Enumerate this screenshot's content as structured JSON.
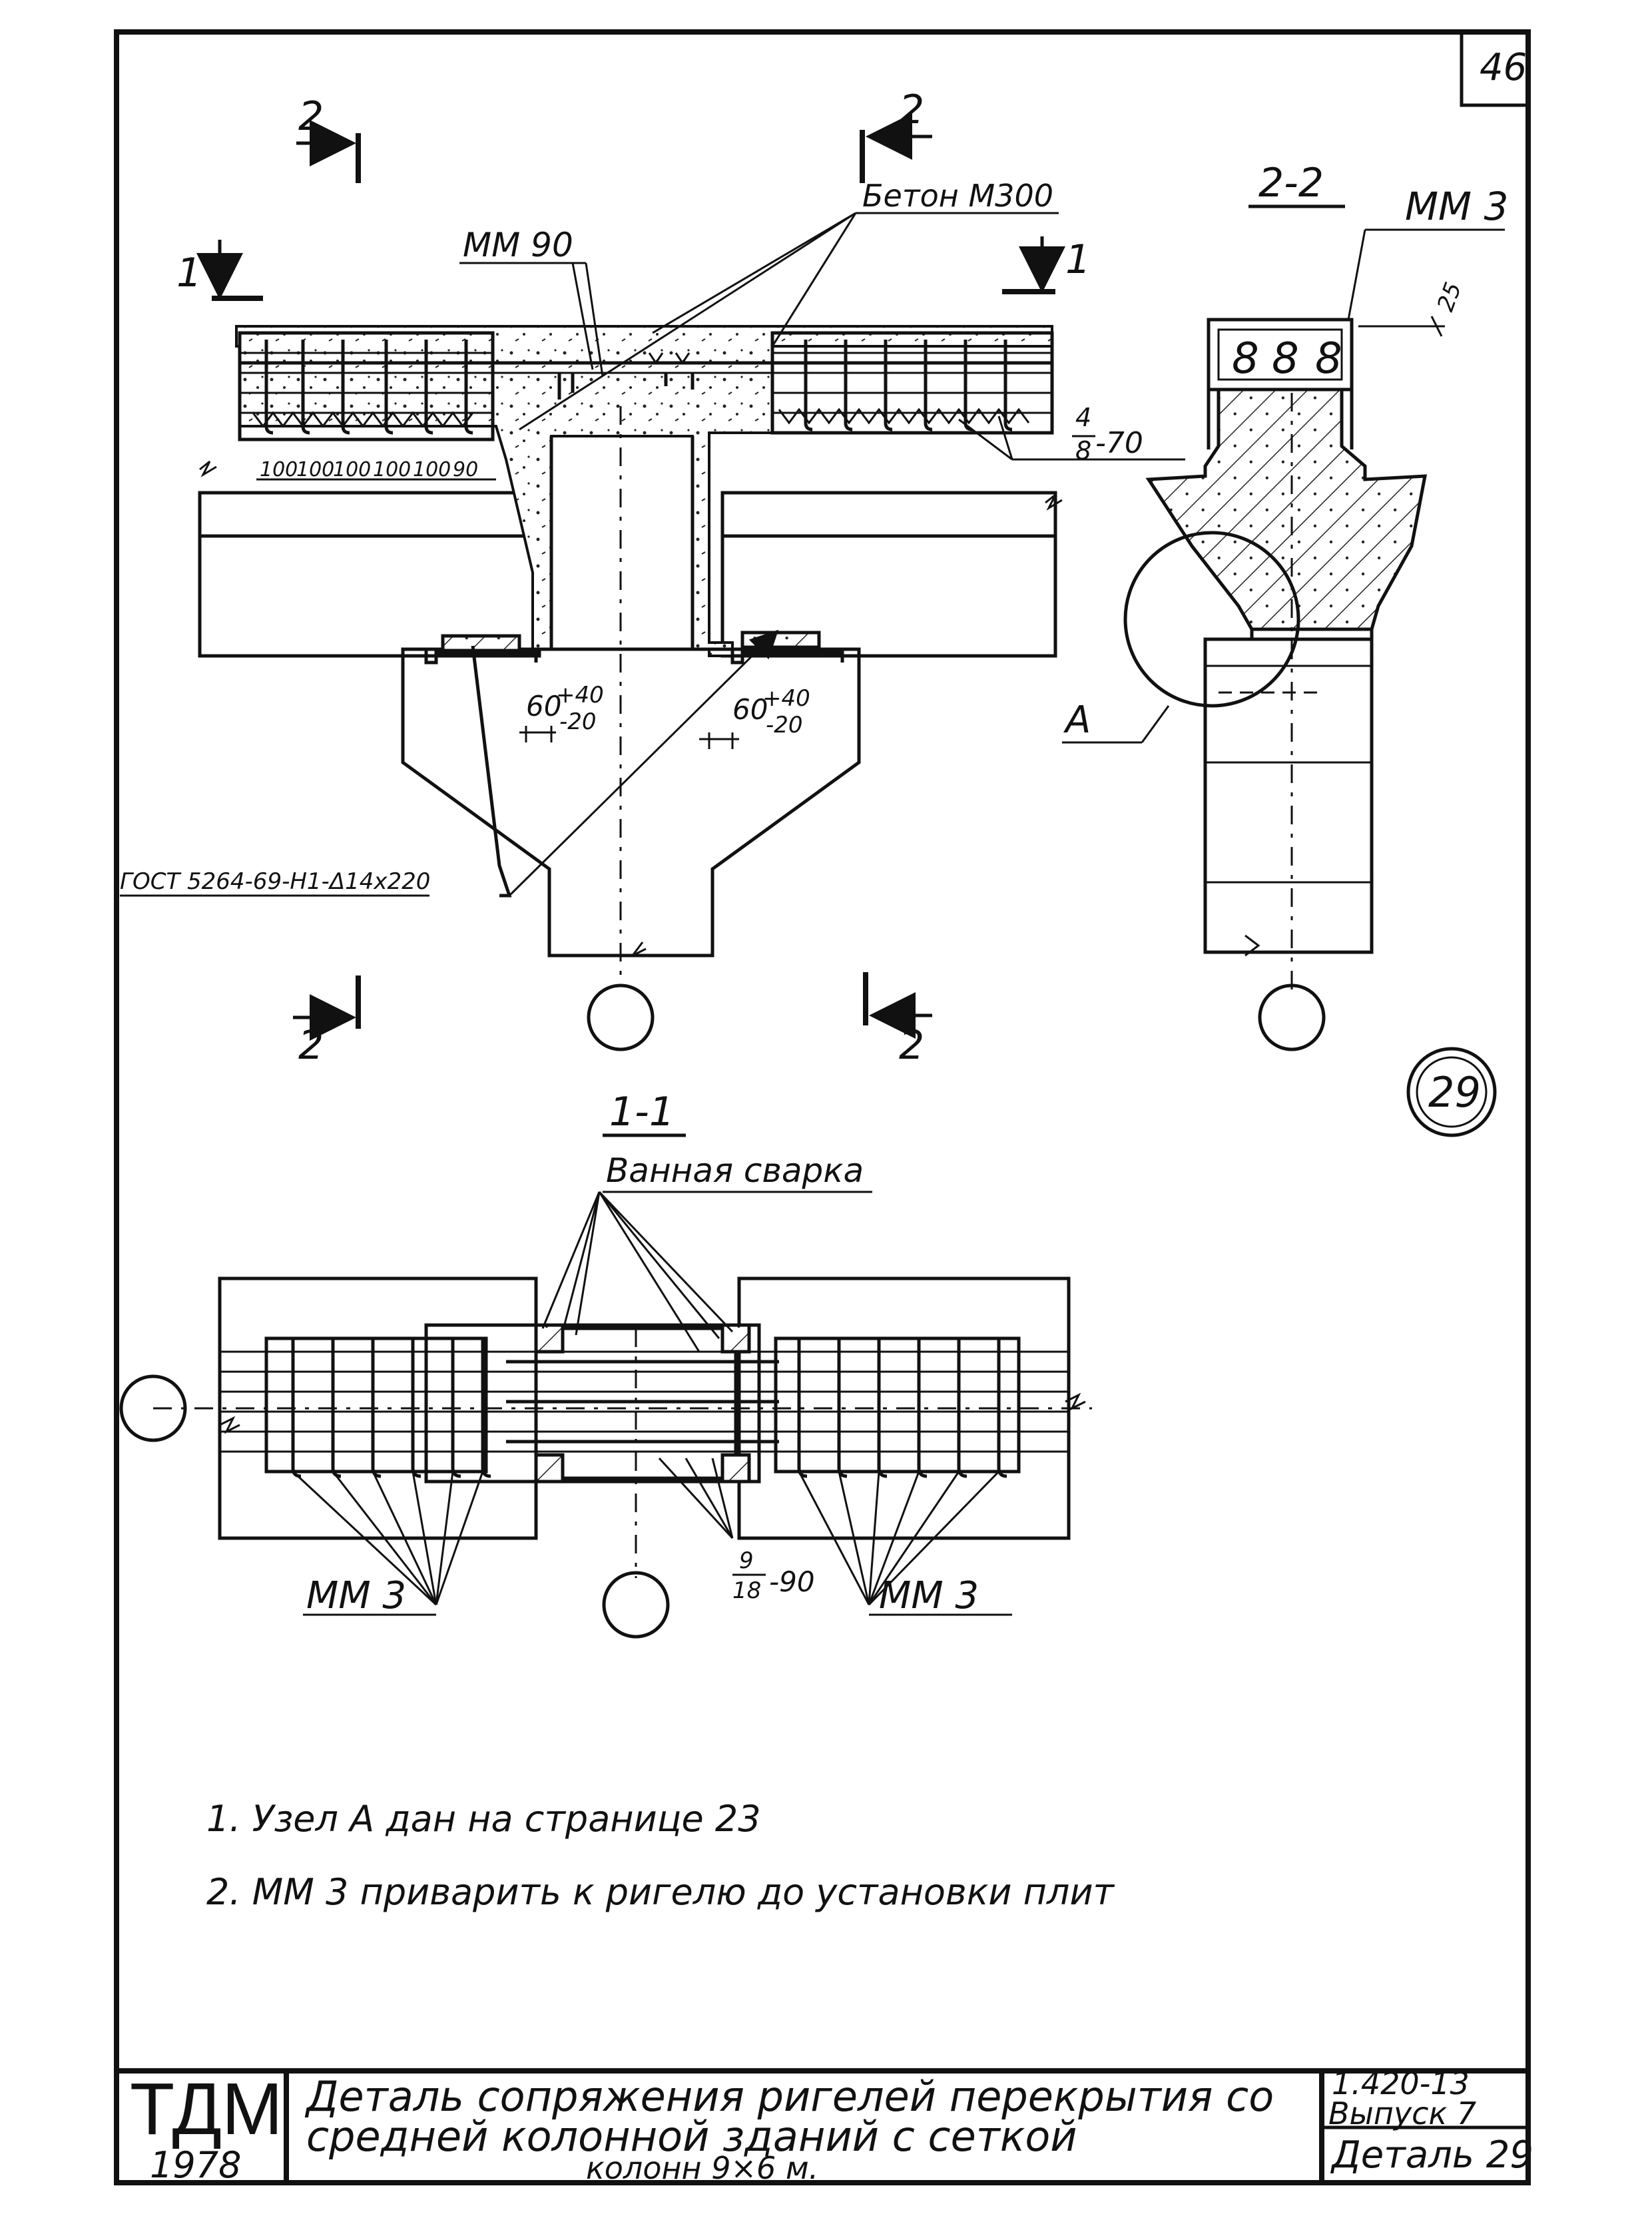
{
  "page_number": "46",
  "detail_badge": "29",
  "labels": {
    "section_2_mark": "2",
    "section_1_mark": "1",
    "section_2_2": "2-2",
    "section_1_1": "1-1",
    "concrete": "Бетон М300",
    "mm90": "ММ 90",
    "mm3": "ММ 3",
    "rebar_4_70_num": "4",
    "rebar_4_70_den": "8",
    "rebar_4_70_len": "-70",
    "rebar_9_90_num": "9",
    "rebar_9_90_den": "18",
    "rebar_9_90_len": "-90",
    "gap_main": "60",
    "gap_plus": "+40",
    "gap_minus": "-20",
    "gost": "ГОСТ 5264-69-Н1-Δ14х220",
    "node_a": "А",
    "bath_welding": "Ванная сварка",
    "spacing": [
      "100",
      "100",
      "100",
      "100",
      "100",
      "90"
    ],
    "dim_25": "25"
  },
  "notes": [
    "1. Узел А дан на странице 23",
    "2. ММ 3 приварить к ригелю до установки плит"
  ],
  "title_block": {
    "org": "ТДМ",
    "year": "1978",
    "title_line1": "Деталь сопряжения ригелей перекрытия со",
    "title_line2": "средней колонной зданий с сеткой",
    "title_line3": "колонн 9×6 м.",
    "series": "1.420-13",
    "issue": "Выпуск 7",
    "detail": "Деталь 29"
  }
}
